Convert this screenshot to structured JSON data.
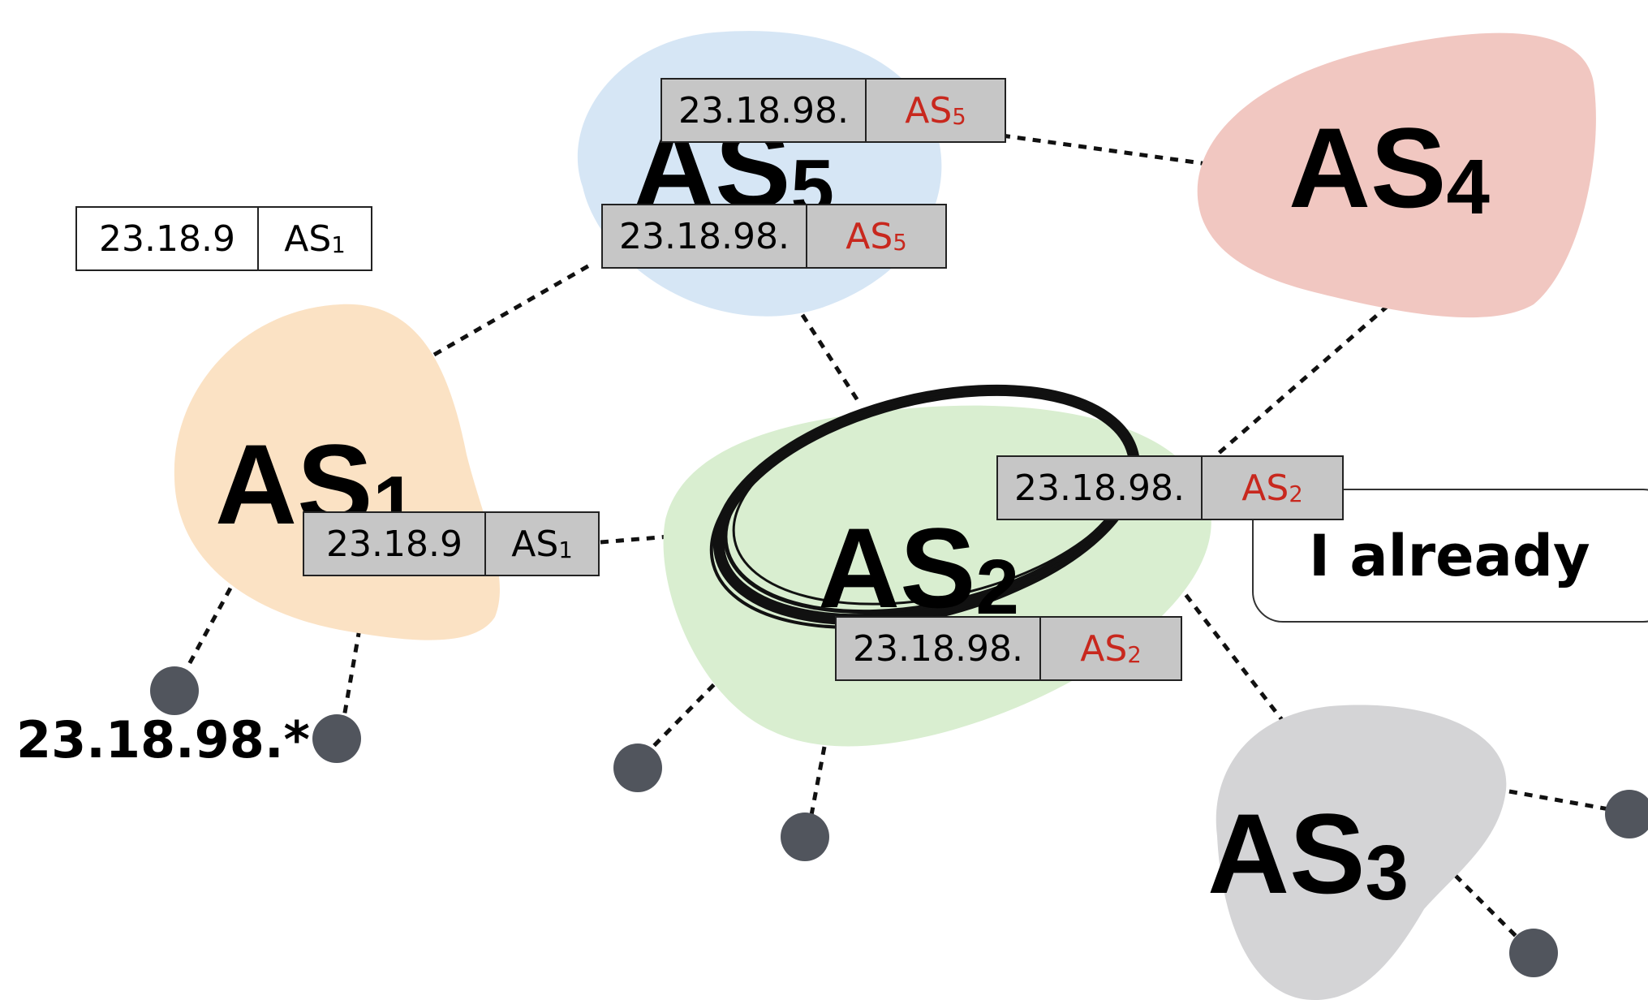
{
  "colors": {
    "as1_fill": "#fbe2c4",
    "as2_fill": "#d9eed0",
    "as3_fill": "#d4d4d6",
    "as4_fill": "#f1c7c1",
    "as5_fill": "#d6e6f5",
    "host_fill": "#51555d",
    "route_gray": "#c6c6c6",
    "route_red": "#c8281e"
  },
  "autonomous_systems": {
    "as1": {
      "name": "AS",
      "sub": "1"
    },
    "as2": {
      "name": "AS",
      "sub": "2"
    },
    "as3": {
      "name": "AS",
      "sub": "3"
    },
    "as4": {
      "name": "AS",
      "sub": "4"
    },
    "as5": {
      "name": "AS",
      "sub": "5"
    }
  },
  "routes": {
    "as1_local": {
      "prefix": "23.18.9",
      "as_name": "AS",
      "as_sub": "1"
    },
    "as1_to_as2": {
      "prefix": "23.18.9",
      "as_name": "AS",
      "as_sub": "1"
    },
    "as5_top": {
      "prefix": "23.18.98.",
      "as_name": "AS",
      "as_sub": "5"
    },
    "as5_bottom": {
      "prefix": "23.18.98.",
      "as_name": "AS",
      "as_sub": "5"
    },
    "as2_top": {
      "prefix": "23.18.98.",
      "as_name": "AS",
      "as_sub": "2"
    },
    "as2_bottom": {
      "prefix": "23.18.98.",
      "as_name": "AS",
      "as_sub": "2"
    }
  },
  "prefix_label": "23.18.98.*",
  "callout_text": "I already"
}
